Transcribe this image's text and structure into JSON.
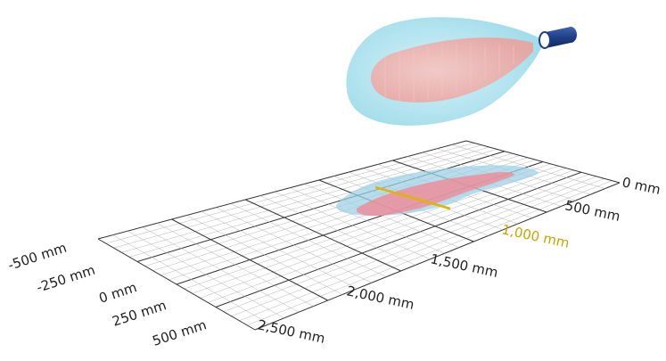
{
  "labels": {
    "right": [
      "0 mm",
      "500 mm",
      "1,000 mm",
      "1,500 mm",
      "2,000 mm",
      "2,500 mm"
    ],
    "left": [
      "-500 mm",
      "-250 mm",
      "0 mm",
      "250 mm",
      "500 mm"
    ]
  },
  "colors": {
    "highlight_line": "#e2b400",
    "highlight_label": "#c9a300",
    "cone_outer": "#8fd6e6",
    "cone_inner": "#f2a9a4",
    "footprint_outer": "#9fd0e6",
    "footprint_inner": "#f08a96",
    "sensor_body": "#1f3f86",
    "grid_major": "#333333",
    "grid_minor": "#b5b5b5"
  }
}
